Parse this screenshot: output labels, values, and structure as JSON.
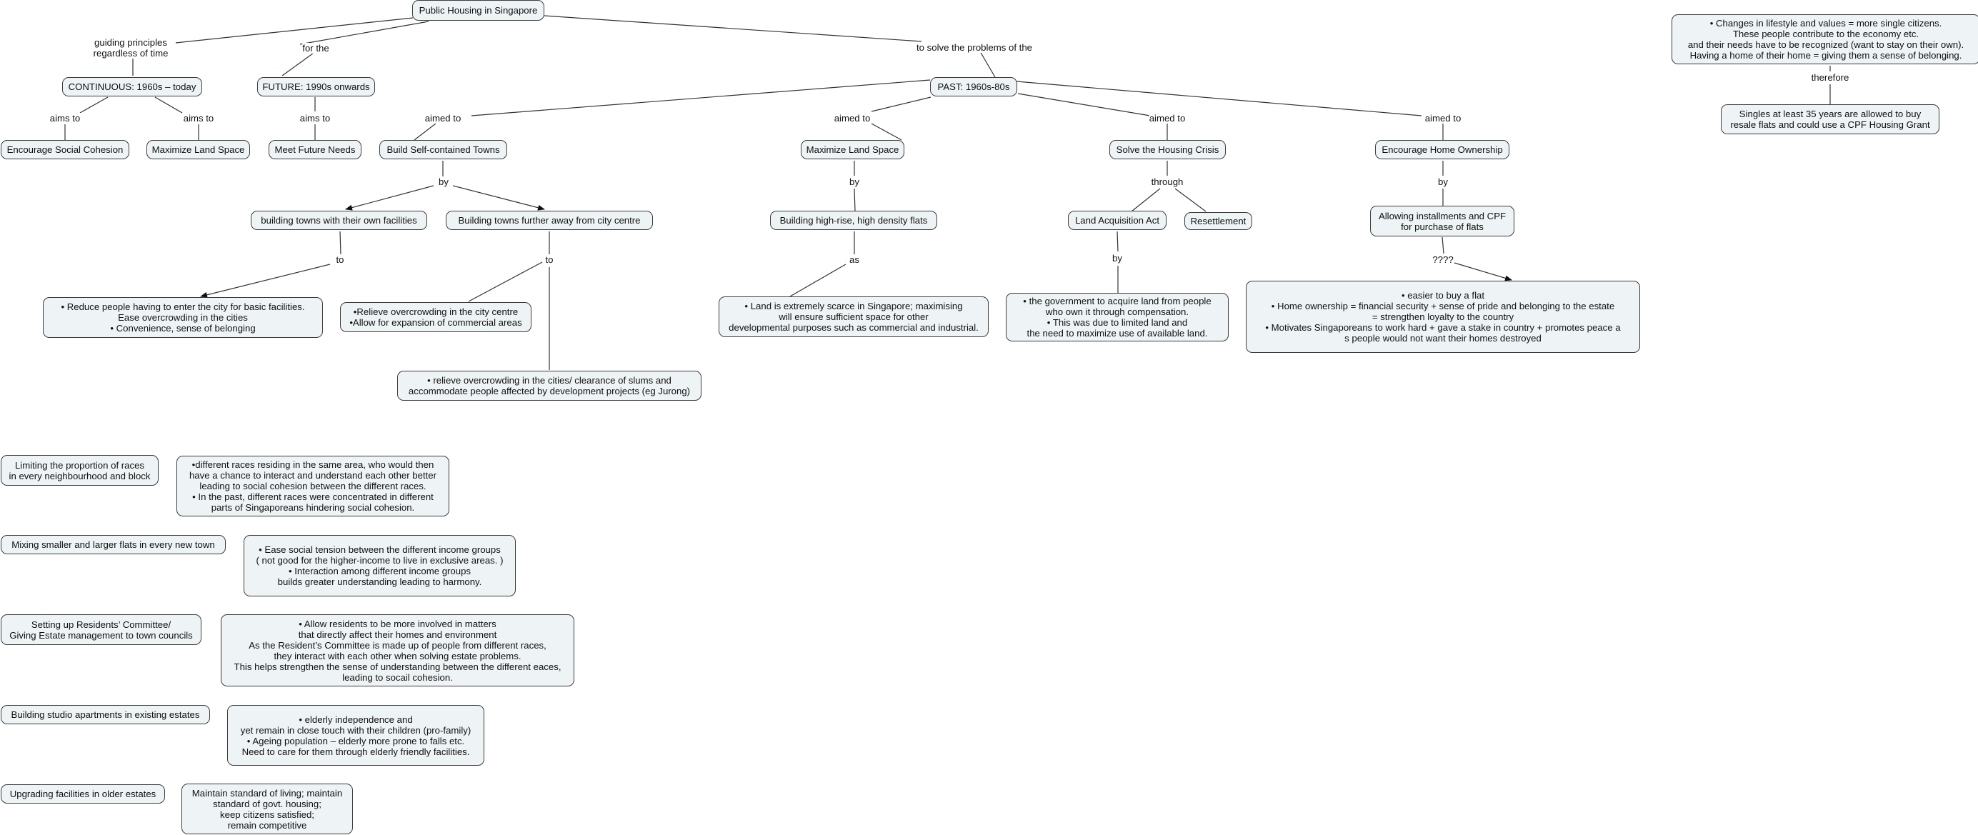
{
  "concepts": {
    "root": "Public Housing in Singapore",
    "continuous": "CONTINUOUS: 1960s – today",
    "future": "FUTURE: 1990s onwards",
    "past": "PAST: 1960s-80s",
    "social_cohesion": "Encourage Social Cohesion",
    "maximize_land_left": "Maximize Land Space",
    "future_needs": "Meet Future Needs",
    "self_contained": "Build Self-contained Towns",
    "maximize_land_mid": "Maximize Land Space",
    "housing_crisis": "Solve the Housing Crisis",
    "home_ownership": "Encourage Home Ownership",
    "towns_facilities": "building towns with their own facilities",
    "towns_further": "Building towns further away from city centre",
    "high_rise": "Building high-rise, high density flats",
    "land_acq": "Land Acquisition Act",
    "resettlement": "Resettlement",
    "installments": "Allowing installments and CPF\nfor purchase of flats",
    "reduce_people": "•     Reduce people having to enter the city for basic facilities.\nEase overcrowding in the cities\n•     Convenience, sense of belonging",
    "relieve_expand": "•Relieve overcrowding in the city centre\n•Allow for expansion of commercial areas",
    "relieve_slums": "• relieve overcrowding in the cities/ clearance of slums and\naccommodate people affected by development projects (eg Jurong)",
    "land_scarce": "•     Land is extremely scarce in Singapore; maximising\nwill ensure sufficient space  for other\ndevelopmental purposes such as commercial and industrial.",
    "govt_acquire": "•     the government to acquire land from people\nwho own it through compensation.\n•     This was due to limited land and\nthe need to maximize use of available land.",
    "easier_flat": "•     easier to buy a flat\n•     Home ownership = financial security + sense of pride and belonging to the estate\n= strengthen loyalty to the country\n•     Motivates Singaporeans to work hard + gave a stake in country + promotes peace a\ns people would not want their homes destroyed",
    "lifestyle": "•     Changes in lifestyle and values = more single citizens.\nThese people contribute to the economy etc.\nand their needs have to be recognized (want to stay on their own).\nHaving a home of their home = giving them a sense of belonging.",
    "singles": "Singles at least 35 years are allowed to buy\nresale flats and could use a CPF Housing Grant",
    "race_limit": "Limiting the proportion of races\nin every neighbourhood and block",
    "race_desc": "•different races residing in the same area, who would then\nhave a chance to interact and understand each other better\nleading to social cohesion between the different races.\n• In the past, different races were concentrated in different\nparts of Singaporeans hindering social cohesion.",
    "mixing_flats": "Mixing smaller and larger flats in every new town",
    "mixing_desc": "•     Ease social tension between the different income groups\n( not good for the higher-income to live in exclusive areas. )\n•     Interaction among different income groups\nbuilds greater understanding leading to harmony.",
    "residents": "Setting up Residents’ Committee/\nGiving Estate management to town councils",
    "residents_desc": "•     Allow residents to be more involved in matters\nthat directly affect their homes and environment\nAs the Resident’s Committee is made up of people from different races,\nthey interact with each other when solving estate problems.\nThis helps strengthen the sense of understanding between the different eaces,\nleading to socail cohesion.",
    "studio": "Building studio apartments in existing estates",
    "studio_desc": "•     elderly independence and\nyet remain in close touch with their children (pro-family)\n•     Ageing population – elderly more prone to falls etc.\nNeed to care for them through elderly friendly facilities.",
    "upgrading": "Upgrading facilities in older estates",
    "upgrading_desc": "Maintain standard of living; maintain\nstandard of govt. housing;\nkeep citizens satisfied;\nremain competitive"
  },
  "link_labels": {
    "guiding": "guiding principles\nregardless of time",
    "for_the": "for the",
    "to_solve": "to solve the problems of the",
    "aims_to_1": "aims to",
    "aims_to_2": "aims to",
    "aims_to_3": "aims to",
    "aimed_to_1": "aimed to",
    "aimed_to_2": "aimed to",
    "aimed_to_3": "aimed to",
    "aimed_to_4": "aimed to",
    "by_1": "by",
    "by_2": "by",
    "by_3": "by",
    "by_4": "by",
    "through": "through",
    "to_1": "to",
    "to_2": "to",
    "as": "as",
    "question": "????",
    "therefore": "therefore"
  },
  "colors": {
    "node_fill": "#eef3f5",
    "node_border": "#3c3c3c",
    "line": "#333333"
  }
}
